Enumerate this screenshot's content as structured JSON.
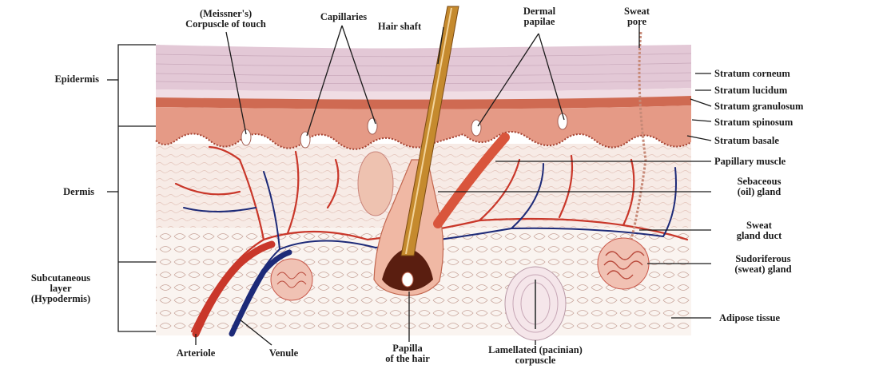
{
  "diagram": {
    "top_labels": {
      "meissner": [
        "(Meissner's)",
        "Corpuscle of touch"
      ],
      "capillaries": "Capillaries",
      "hair_shaft": "Hair shaft",
      "dermal_papillae": [
        "Dermal",
        "papilae"
      ],
      "sweat_pore": [
        "Sweat",
        "pore"
      ]
    },
    "left_labels": {
      "epidermis": "Epidermis",
      "dermis": "Dermis",
      "subcutaneous": [
        "Subcutaneous",
        "layer",
        "(Hypodermis)"
      ]
    },
    "right_labels": {
      "stratum_corneum": "Stratum corneum",
      "stratum_lucidum": "Stratum lucidum",
      "stratum_granulosum": "Stratum granulosum",
      "stratum_spinosum": "Stratum spinosum",
      "stratum_basale": "Stratum basale",
      "pili": "Papillary muscle",
      "sebaceous": [
        "Sebaceous",
        "(oil) gland"
      ],
      "sweat_duct": [
        "Sweat",
        "gland duct"
      ],
      "sudoriferous": [
        "Sudoriferous",
        "(sweat) gland"
      ],
      "adipose": "Adipose tissue"
    },
    "bottom_labels": {
      "arteriole": "Arteriole",
      "venule": "Venule",
      "papilla": [
        "Papilla",
        "of the hair"
      ],
      "lamellated": [
        "Lamellated (pacinian)",
        "corpuscle"
      ]
    },
    "colors": {
      "corneum": "#e3c8d6",
      "lucidum": "#f0dde4",
      "granulosum": "#cf6a52",
      "spinosum": "#e59a86",
      "dermis": "#f7ebe6",
      "hypodermis": "#faf4f0",
      "artery": "#c9372a",
      "vein": "#1d2a78",
      "hair": "#c58a2e",
      "line": "#1a1a1a"
    }
  }
}
